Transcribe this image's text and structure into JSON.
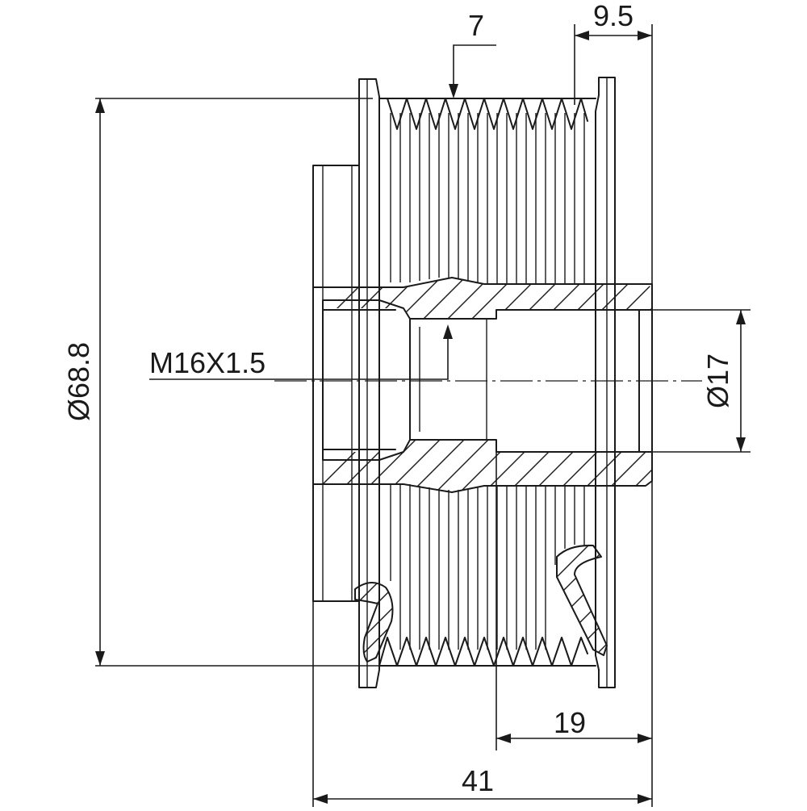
{
  "dimensions": {
    "groove_pitch": "7",
    "flange_offset": "9.5",
    "outer_diameter": "Ø68.8",
    "thread": "M16X1.5",
    "bore_diameter": "Ø17",
    "bore_length": "19",
    "overall_length": "41"
  },
  "colors": {
    "line": "#1a1a1a",
    "background": "#ffffff"
  }
}
